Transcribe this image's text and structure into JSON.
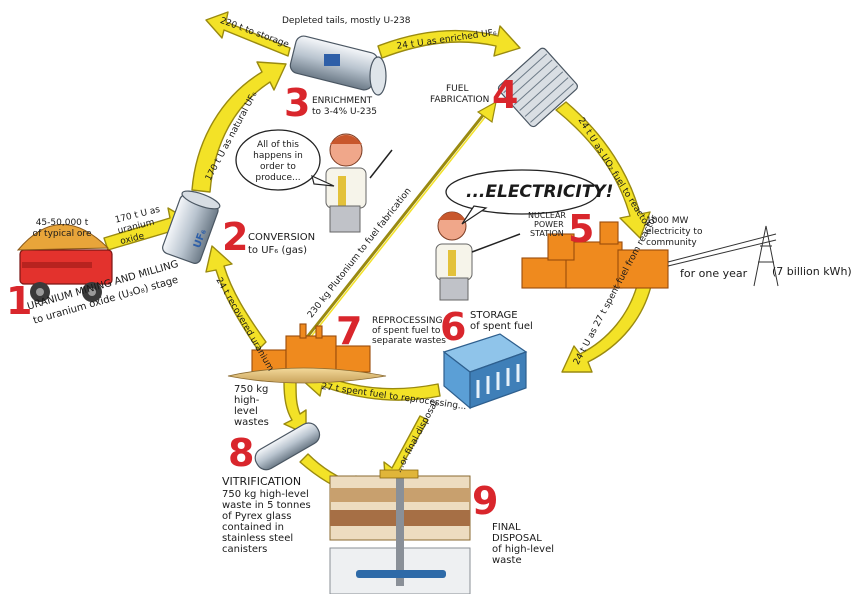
{
  "steps": {
    "s1": {
      "num": "1",
      "title": "URANIUM MINING AND MILLING",
      "sub": "to uranium oxide (U₃O₈) stage",
      "ore": "45-50,000 t of typical ore"
    },
    "s2": {
      "num": "2",
      "title": "CONVERSION",
      "sub": "to UF₆ (gas)",
      "drum": "UF₆"
    },
    "s3": {
      "num": "3",
      "title": "ENRICHMENT",
      "sub": "to 3-4% U-235"
    },
    "s4": {
      "num": "4",
      "title": "FUEL",
      "sub": "FABRICATION"
    },
    "s5": {
      "num": "5",
      "title": "NUCLEAR",
      "mid": "POWER",
      "sub": "STATION"
    },
    "s6": {
      "num": "6",
      "title": "STORAGE",
      "sub": "of spent fuel"
    },
    "s7": {
      "num": "7",
      "title": "REPROCESSING",
      "mid": "of spent fuel to",
      "sub": "separate wastes"
    },
    "s8": {
      "num": "8",
      "title": "VITRIFICATION",
      "body": "750 kg high-level\nwaste in 5 tonnes\nof Pyrex glass\ncontained in\nstainless steel\ncanisters"
    },
    "s9": {
      "num": "9",
      "title": "FINAL",
      "mid": "DISPOSAL",
      "sub": "of high-level",
      "last": "waste"
    }
  },
  "flows": {
    "mined": "170 t U as uranium oxide",
    "natural": "170 t U as natural UF₆",
    "depleted_t": "220 t to storage",
    "depleted_label": "Depleted tails, mostly U-238",
    "enriched": "24 t U as enriched UF₆",
    "uo2": "24 t U as UO₂ fuel to reactor",
    "spent": "24 t U as 27 t spent fuel from reactor",
    "reprocess": "27 t spent fuel to reprocessing...",
    "final": "...or final disposal",
    "recovered": "24 t recovered uranium",
    "plutonium": "230 kg Plutonium to fuel fabrication",
    "hlw": "750 kg high-level wastes"
  },
  "electricity": {
    "shout": "...ELECTRICITY!",
    "output": "1000 MW electricity to community",
    "year": "for one year",
    "kwh": "(7 billion kWh)"
  },
  "speech": "All of this happens in order to produce...",
  "colors": {
    "arrow": "#f3e227",
    "arrow_edge": "#9a8a10",
    "number": "#d9262c",
    "building": "#ef8a1e",
    "pool": "#5b9fd6"
  }
}
